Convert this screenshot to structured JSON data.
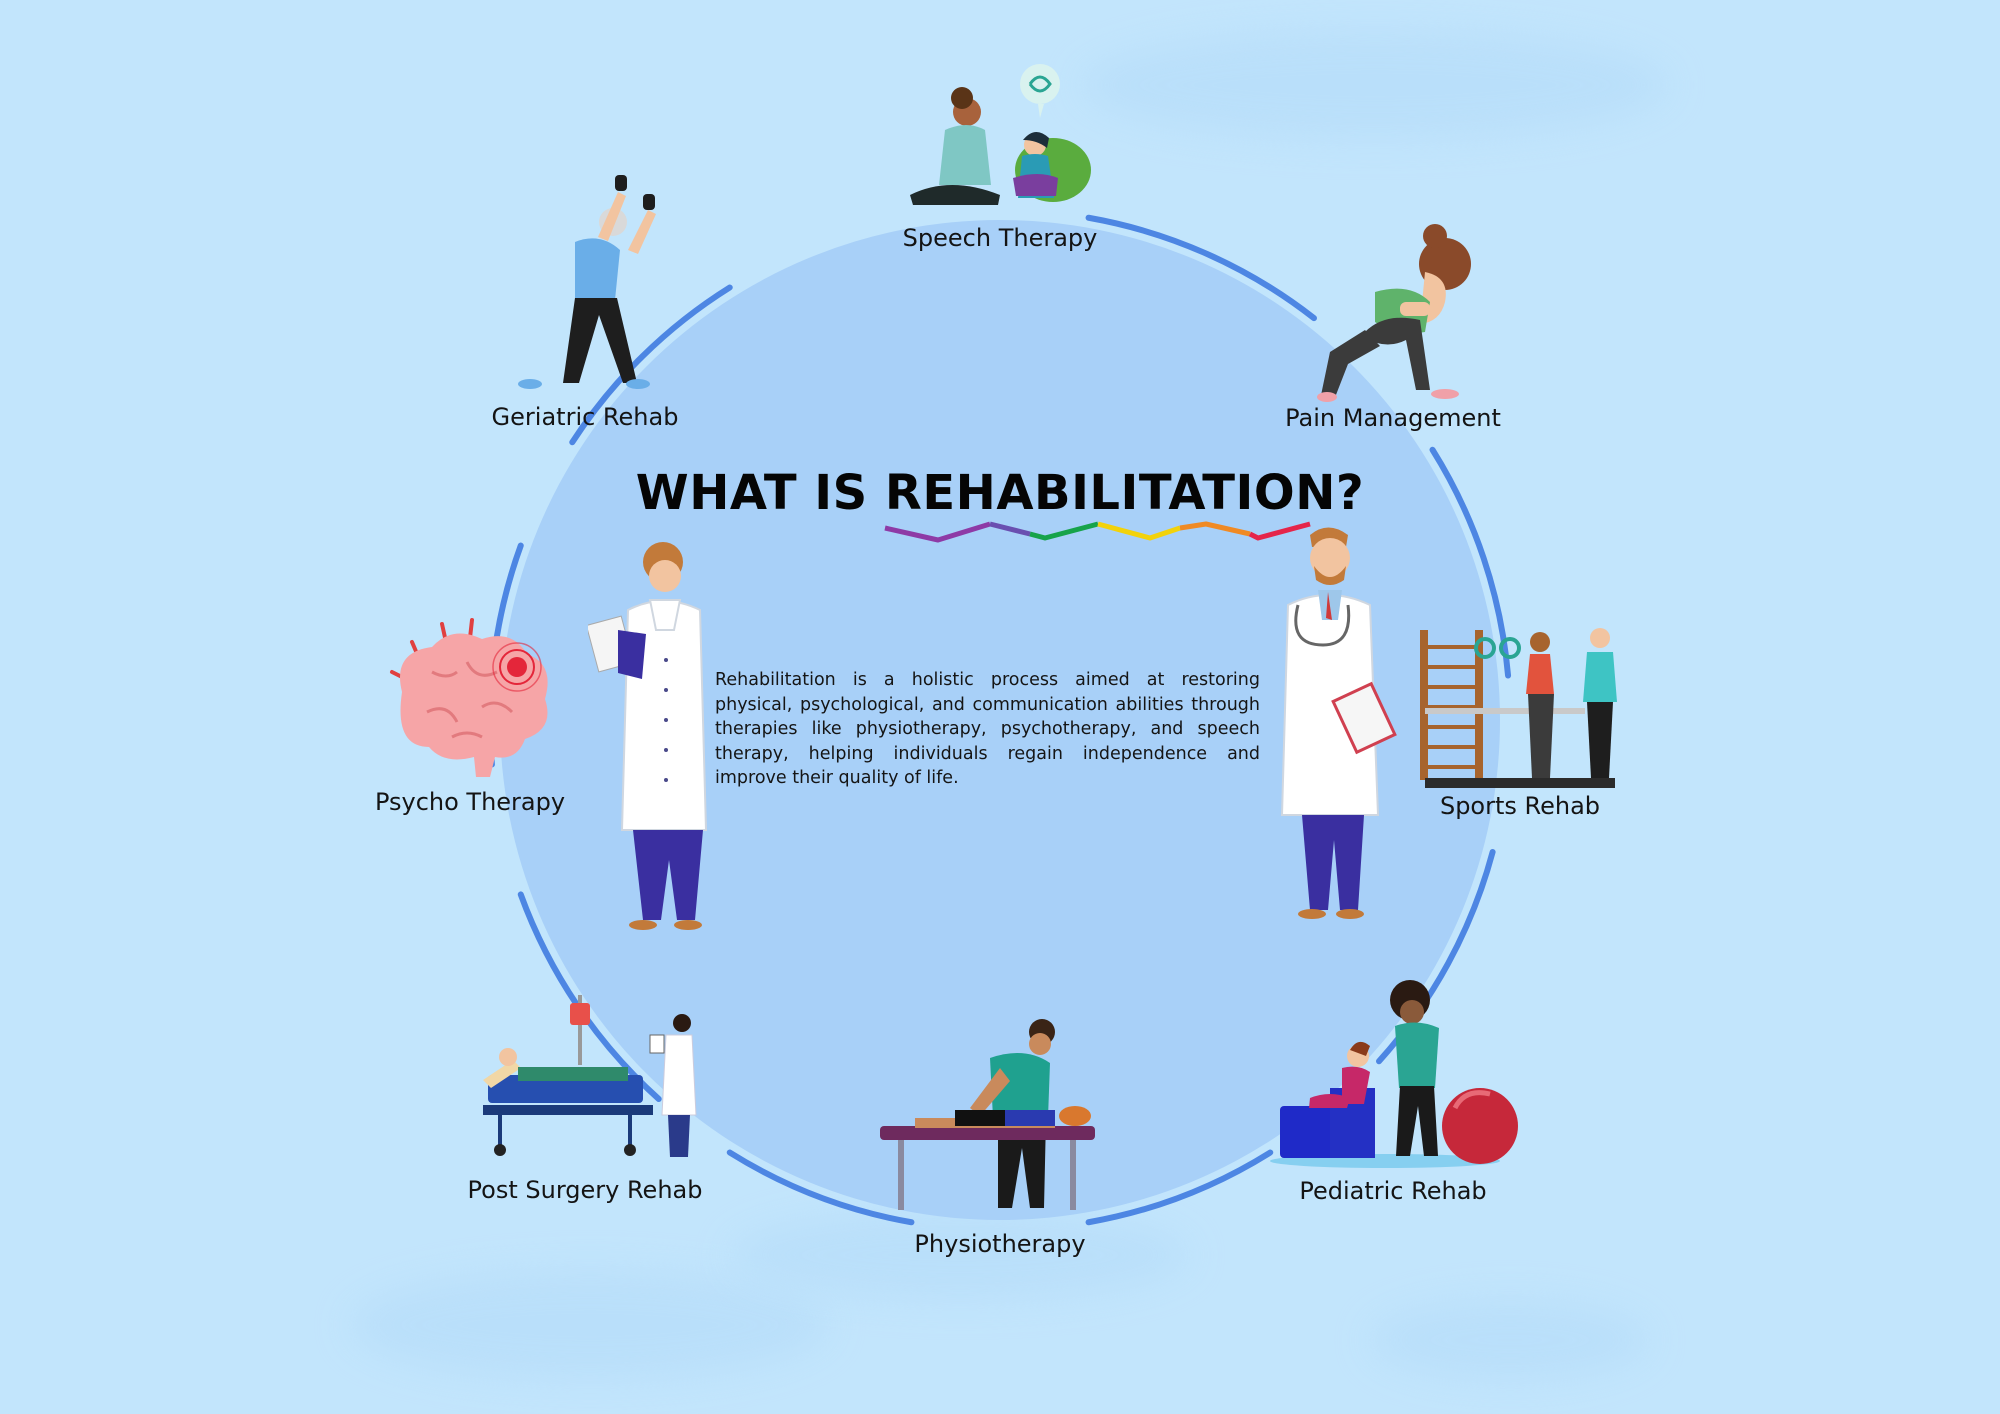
{
  "title": "WHAT IS REHABILITATION?",
  "description": "Rehabilitation is a holistic process aimed at restoring physical, psychological, and communication abilities through therapies like physiotherapy, psychotherapy, and speech therapy, helping individuals regain independence and improve their quality of life.",
  "colors": {
    "background": "#c2e5fc",
    "inner_circle": "#a8d0f8",
    "ring": "#4d86e3",
    "title_underline": [
      "#8e3aa6",
      "#6a4fb0",
      "#17a34a",
      "#f2d20b",
      "#f08a24",
      "#e5254a"
    ]
  },
  "therapies": [
    {
      "label": "Speech Therapy",
      "icon": "speech-therapy-icon"
    },
    {
      "label": "Pain Management",
      "icon": "pain-management-icon"
    },
    {
      "label": "Sports Rehab",
      "icon": "sports-rehab-icon"
    },
    {
      "label": "Pediatric Rehab",
      "icon": "pediatric-rehab-icon"
    },
    {
      "label": "Physiotherapy",
      "icon": "physiotherapy-icon"
    },
    {
      "label": "Post Surgery Rehab",
      "icon": "post-surgery-rehab-icon"
    },
    {
      "label": "Psycho Therapy",
      "icon": "brain-icon"
    },
    {
      "label": "Geriatric Rehab",
      "icon": "geriatric-rehab-icon"
    }
  ],
  "doctors": [
    {
      "icon": "female-doctor-icon"
    },
    {
      "icon": "male-doctor-icon"
    }
  ]
}
